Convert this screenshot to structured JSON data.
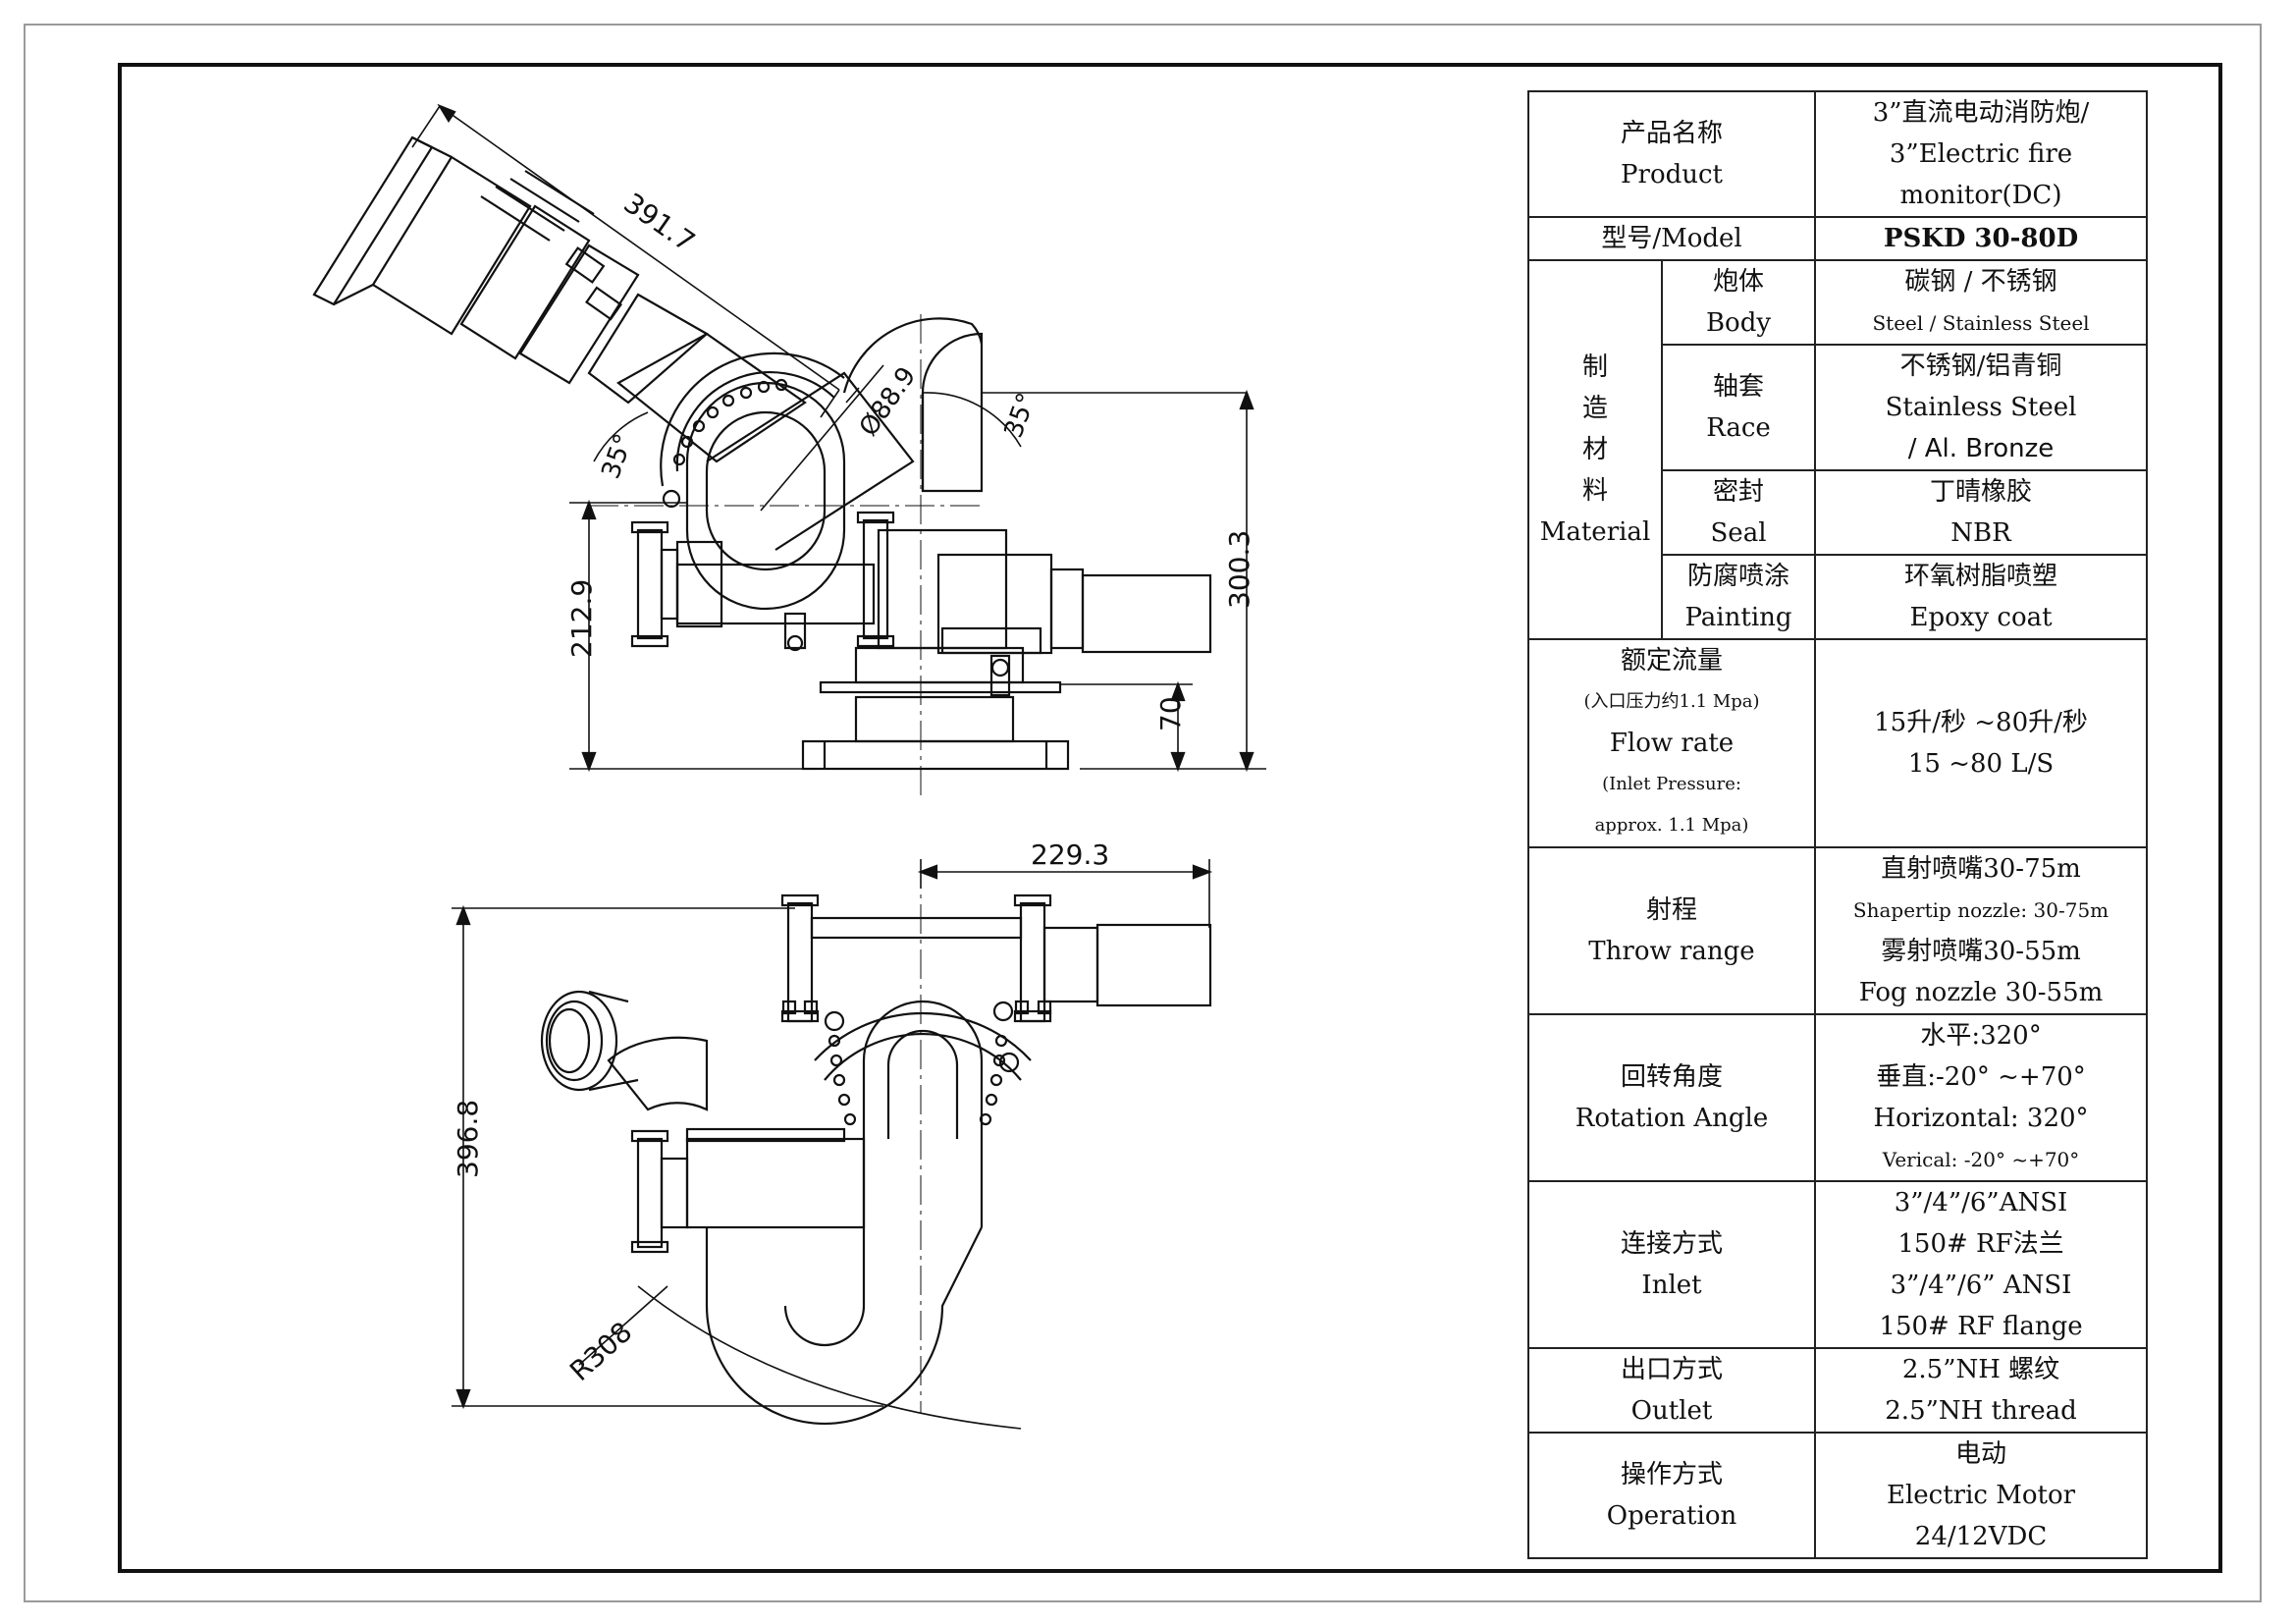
{
  "drawing": {
    "dimensions": {
      "dim_391": "391.7",
      "dim_88": "Ø88.9",
      "dim_35_right": "35°",
      "dim_35_left": "35°",
      "dim_300": "300.3",
      "dim_212": "212.9",
      "dim_70": "70",
      "dim_229": "229.3",
      "dim_396": "396.8",
      "dim_r308": "R308"
    }
  },
  "spec": {
    "product": {
      "label_cn": "产品名称",
      "label_en": "Product",
      "value_1": "3”直流电动消防炮/",
      "value_2": "3”Electric fire",
      "value_3": "monitor(DC)"
    },
    "model": {
      "label": "型号/Model",
      "value": "PSKD 30-80D"
    },
    "material": {
      "label_chars": [
        "制",
        "造",
        "材",
        "料"
      ],
      "label_en": "Material",
      "body": {
        "label_cn": "炮体",
        "label_en": "Body",
        "value_cn": "碳钢 / 不锈钢",
        "value_en": "Steel / Stainless Steel"
      },
      "race": {
        "label_cn": "轴套",
        "label_en": "Race",
        "value_cn": "不锈钢/铝青铜",
        "value_en_1": "Stainless Steel",
        "value_en_2": "/ Al. Bronze"
      },
      "seal": {
        "label_cn": "密封",
        "label_en": "Seal",
        "value_cn": "丁晴橡胶",
        "value_en": "NBR"
      },
      "painting": {
        "label_cn": "防腐喷涂",
        "label_en": "Painting",
        "value_cn": "环氧树脂喷塑",
        "value_en": "Epoxy coat"
      }
    },
    "flow": {
      "label_cn": "额定流量",
      "label_note_cn": "(入口压力约1.1 Mpa)",
      "label_en": "Flow  rate",
      "label_note_en_1": "(Inlet Pressure:",
      "label_note_en_2": "approx. 1.1 Mpa)",
      "value_cn": "15升/秒 ~80升/秒",
      "value_en": "15 ~80 L/S"
    },
    "throw": {
      "label_cn": "射程",
      "label_en": "Throw range",
      "value_1": "直射喷嘴30-75m",
      "value_2": "Shapertip nozzle: 30-75m",
      "value_3": "雾射喷嘴30-55m",
      "value_4": "Fog nozzle 30-55m"
    },
    "rotation": {
      "label_cn": "回转角度",
      "label_en": "Rotation Angle",
      "value_1": "水平:320°",
      "value_2": "垂直:-20° ~+70°",
      "value_3": "Horizontal: 320°",
      "value_4": "Verical: -20° ~+70°"
    },
    "inlet": {
      "label_cn": "连接方式",
      "label_en": "Inlet",
      "value_1": "3”/4”/6”ANSI",
      "value_2": "150# RF法兰",
      "value_3": "3”/4”/6” ANSI",
      "value_4": "150# RF flange"
    },
    "outlet": {
      "label_cn": "出口方式",
      "label_en": "Outlet",
      "value_1": "2.5”NH 螺纹",
      "value_2": "2.5”NH thread"
    },
    "operation": {
      "label_cn": "操作方式",
      "label_en": "Operation",
      "value_1": "电动",
      "value_2": "Electric Motor",
      "value_3": "24/12VDC"
    }
  }
}
